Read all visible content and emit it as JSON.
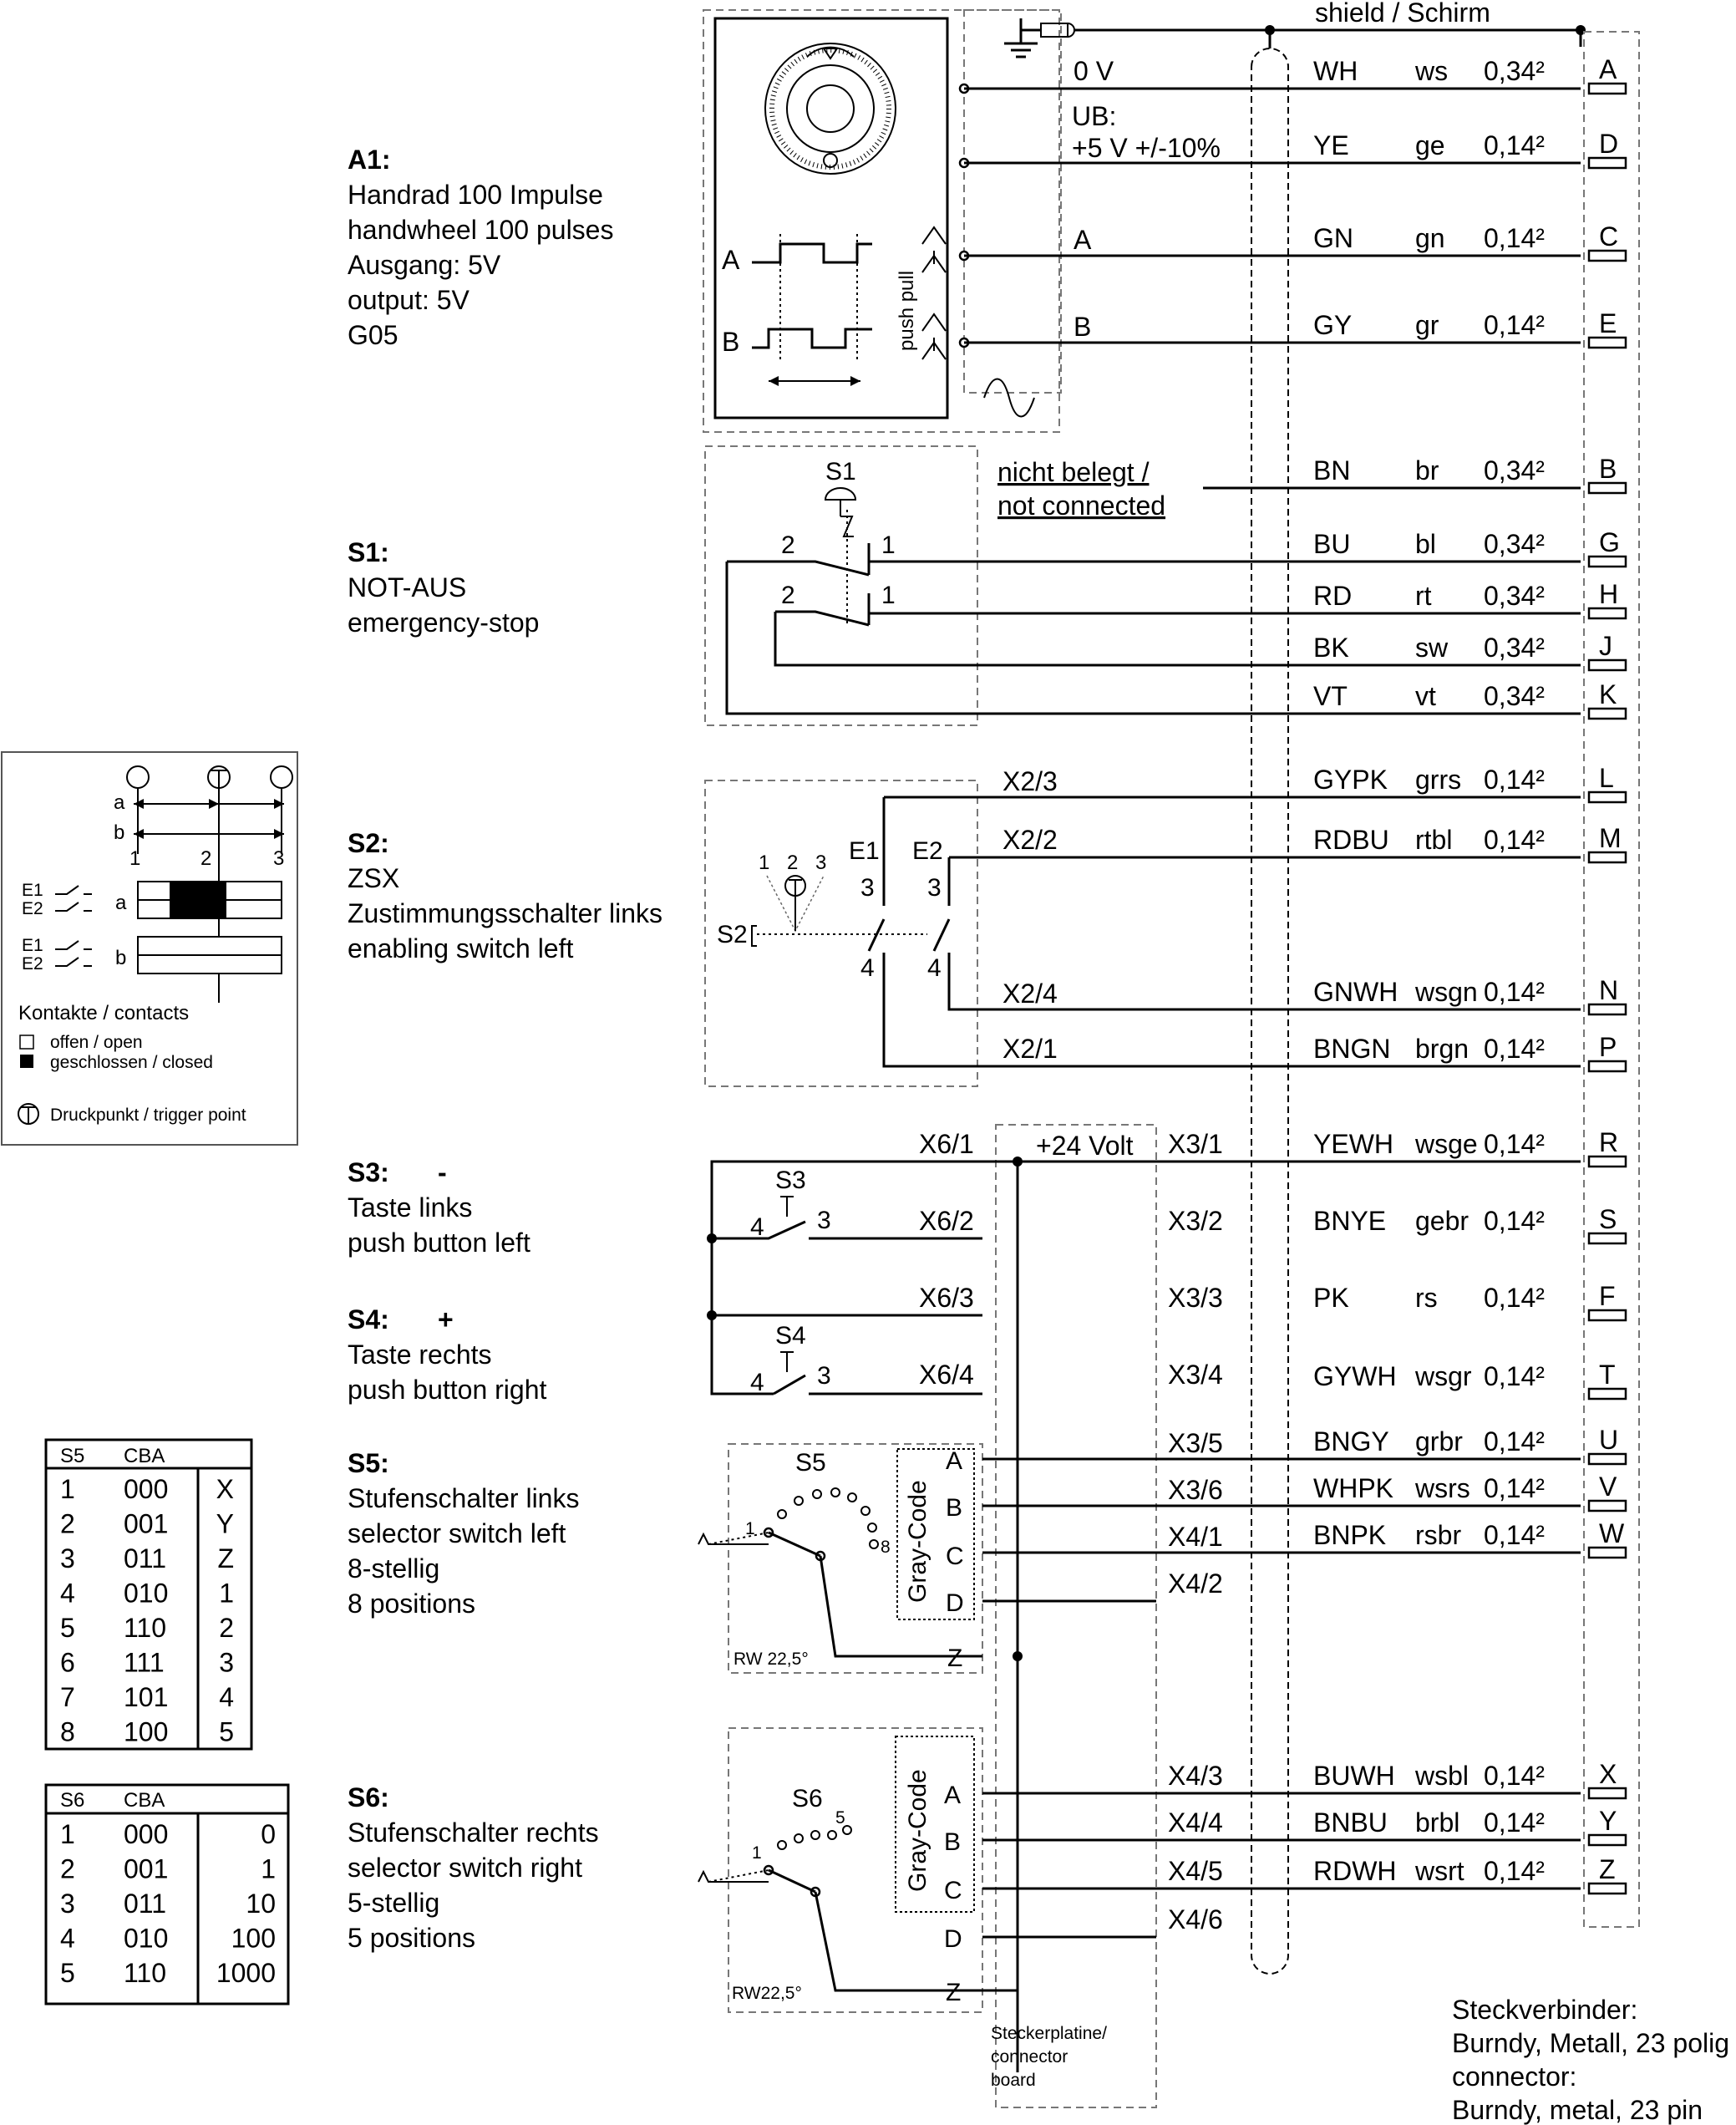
{
  "shield": {
    "label": "shield / Schirm"
  },
  "a1": {
    "title": "A1:",
    "lines": [
      "Handrad 100 Impulse",
      "handwheel 100 pulses",
      "Ausgang: 5V",
      "output: 5V",
      "G05"
    ],
    "push_pull": "push pull",
    "ch_a": "A",
    "ch_b": "B",
    "sig_0v": "0 V",
    "sig_ub1": "UB:",
    "sig_ub2": "+5 V +/-10%",
    "sig_a": "A",
    "sig_b": "B"
  },
  "s1": {
    "title": "S1:",
    "lines": [
      "NOT-AUS",
      "emergency-stop"
    ],
    "tag": "S1",
    "c2": "2",
    "c1": "1",
    "nc1": "nicht belegt /",
    "nc2": "not connected"
  },
  "s2": {
    "title": "S2:",
    "lines": [
      "ZSX",
      "Zustimmungsschalter links",
      "enabling switch left"
    ],
    "tag": "S2",
    "p1": "1",
    "p2": "2",
    "p3": "3",
    "e1": "E1",
    "e2": "E2",
    "c3": "3",
    "c4": "4",
    "x23": "X2/3",
    "x22": "X2/2",
    "x24": "X2/4",
    "x21": "X2/1"
  },
  "s3": {
    "title": "S3:",
    "sym": "-",
    "lines": [
      "Taste links",
      "push button left"
    ],
    "tag": "S3",
    "c4": "4",
    "c3": "3"
  },
  "s4": {
    "title": "S4:",
    "sym": "+",
    "lines": [
      "Taste rechts",
      "push button right"
    ],
    "tag": "S4",
    "c4": "4",
    "c3": "3"
  },
  "s5": {
    "title": "S5:",
    "lines": [
      "Stufenschalter links",
      "selector switch left",
      "8-stellig",
      "8 positions"
    ],
    "tag": "S5",
    "pos_first": "1",
    "pos_last": "8",
    "rw": "RW 22,5°",
    "gray": "Gray-Code",
    "pins": [
      "A",
      "B",
      "C",
      "D"
    ],
    "z": "Z"
  },
  "s6": {
    "title": "S6:",
    "lines": [
      "Stufenschalter rechts",
      "selector switch right",
      "5-stellig",
      "5 positions"
    ],
    "tag": "S6",
    "pos_first": "1",
    "pos_last": "5",
    "rw": "RW22,5°",
    "gray": "Gray-Code",
    "pins": [
      "A",
      "B",
      "C",
      "D"
    ],
    "z": "Z"
  },
  "board": {
    "v24": "+24 Volt",
    "x6": [
      "X6/1",
      "X6/2",
      "X6/3",
      "X6/4"
    ],
    "x3": [
      "X3/1",
      "X3/2",
      "X3/3",
      "X3/4",
      "X3/5",
      "X3/6"
    ],
    "x4": [
      "X4/1",
      "X4/2",
      "X4/3",
      "X4/4",
      "X4/5",
      "X4/6"
    ],
    "label": [
      "Steckerplatine/",
      "connector",
      "board"
    ]
  },
  "wires": [
    {
      "color": "WH",
      "de": "ws",
      "size": "0,34²",
      "pin": "A"
    },
    {
      "color": "YE",
      "de": "ge",
      "size": "0,14²",
      "pin": "D"
    },
    {
      "color": "GN",
      "de": "gn",
      "size": "0,14²",
      "pin": "C"
    },
    {
      "color": "GY",
      "de": "gr",
      "size": "0,14²",
      "pin": "E"
    },
    {
      "color": "BN",
      "de": "br",
      "size": "0,34²",
      "pin": "B"
    },
    {
      "color": "BU",
      "de": "bl",
      "size": "0,34²",
      "pin": "G"
    },
    {
      "color": "RD",
      "de": "rt",
      "size": "0,34²",
      "pin": "H"
    },
    {
      "color": "BK",
      "de": "sw",
      "size": "0,34²",
      "pin": "J"
    },
    {
      "color": "VT",
      "de": "vt",
      "size": "0,34²",
      "pin": "K"
    },
    {
      "color": "GYPK",
      "de": "grrs",
      "size": "0,14²",
      "pin": "L"
    },
    {
      "color": "RDBU",
      "de": "rtbl",
      "size": "0,14²",
      "pin": "M"
    },
    {
      "color": "GNWH",
      "de": "wsgn",
      "size": "0,14²",
      "pin": "N"
    },
    {
      "color": "BNGN",
      "de": "brgn",
      "size": "0,14²",
      "pin": "P"
    },
    {
      "color": "YEWH",
      "de": "wsge",
      "size": "0,14²",
      "pin": "R"
    },
    {
      "color": "BNYE",
      "de": "gebr",
      "size": "0,14²",
      "pin": "S"
    },
    {
      "color": "PK",
      "de": "rs",
      "size": "0,14²",
      "pin": "F"
    },
    {
      "color": "GYWH",
      "de": "wsgr",
      "size": "0,14²",
      "pin": "T"
    },
    {
      "color": "BNGY",
      "de": "grbr",
      "size": "0,14²",
      "pin": "U"
    },
    {
      "color": "WHPK",
      "de": "wsrs",
      "size": "0,14²",
      "pin": "V"
    },
    {
      "color": "BNPK",
      "de": "rsbr",
      "size": "0,14²",
      "pin": "W"
    },
    {
      "color": "BUWH",
      "de": "wsbl",
      "size": "0,14²",
      "pin": "X"
    },
    {
      "color": "BNBU",
      "de": "brbl",
      "size": "0,14²",
      "pin": "Y"
    },
    {
      "color": "RDWH",
      "de": "wsrt",
      "size": "0,14²",
      "pin": "Z"
    }
  ],
  "legend": {
    "a": "a",
    "b": "b",
    "n1": "1",
    "n2": "2",
    "n3": "3",
    "e1": "E1",
    "e2": "E2",
    "contacts": "Kontakte / contacts",
    "open": "offen / open",
    "closed": "geschlossen / closed",
    "trigger": "Druckpunkt / trigger point"
  },
  "table_s5": {
    "header": [
      "S5",
      "CBA"
    ],
    "rows": [
      [
        "1",
        "000",
        "X"
      ],
      [
        "2",
        "001",
        "Y"
      ],
      [
        "3",
        "011",
        "Z"
      ],
      [
        "4",
        "010",
        "1"
      ],
      [
        "5",
        "110",
        "2"
      ],
      [
        "6",
        "111",
        "3"
      ],
      [
        "7",
        "101",
        "4"
      ],
      [
        "8",
        "100",
        "5"
      ]
    ]
  },
  "table_s6": {
    "header": [
      "S6",
      "CBA"
    ],
    "rows": [
      [
        "1",
        "000",
        "0"
      ],
      [
        "2",
        "001",
        "1"
      ],
      [
        "3",
        "011",
        "10"
      ],
      [
        "4",
        "010",
        "100"
      ],
      [
        "5",
        "110",
        "1000"
      ]
    ]
  },
  "connector_note": [
    "Steckverbinder:",
    "Burndy, Metall, 23 polig",
    "connector:",
    "Burndy, metal, 23 pin"
  ]
}
